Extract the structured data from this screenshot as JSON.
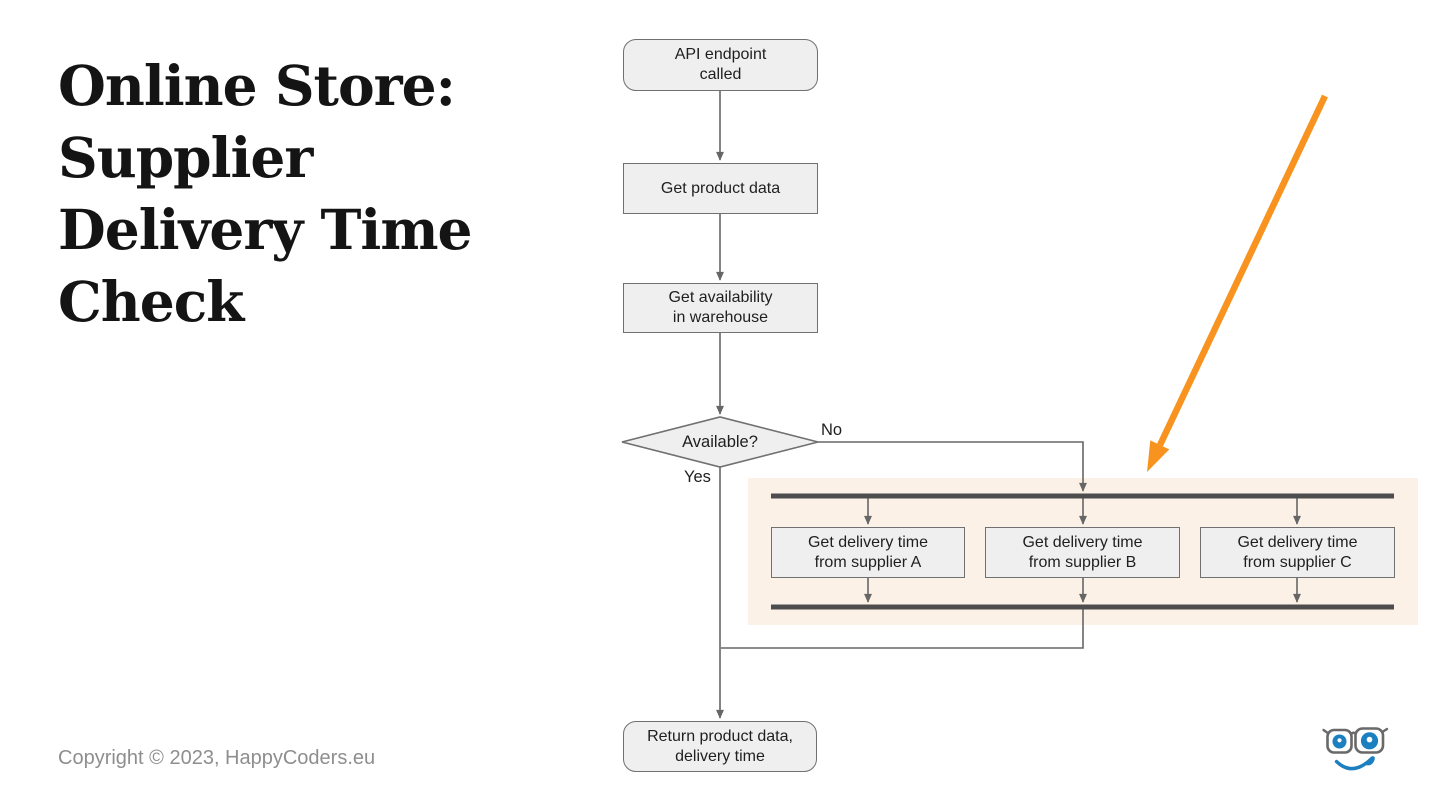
{
  "title": {
    "lines": [
      "Online Store:",
      "Supplier",
      "Delivery Time",
      "Check"
    ]
  },
  "flowchart": {
    "start": {
      "lines": [
        "API endpoint",
        "called"
      ]
    },
    "get_product": {
      "lines": [
        "Get product data"
      ]
    },
    "get_availability": {
      "lines": [
        "Get availability",
        "in warehouse"
      ]
    },
    "decision": {
      "label": "Available?",
      "no_label": "No",
      "yes_label": "Yes"
    },
    "supplier_a": {
      "lines": [
        "Get delivery time",
        "from supplier A"
      ]
    },
    "supplier_b": {
      "lines": [
        "Get delivery time",
        "from supplier B"
      ]
    },
    "supplier_c": {
      "lines": [
        "Get delivery time",
        "from supplier C"
      ]
    },
    "end": {
      "lines": [
        "Return product data,",
        "delivery time"
      ]
    }
  },
  "footer": {
    "copyright": "Copyright © 2023, HappyCoders.eu"
  },
  "branding": {
    "logo": "happycoders-glasses-smile"
  },
  "colors": {
    "annotation_arrow": "#F7931E",
    "parallel_highlight": "#FCF1E7",
    "node_fill": "#EFEFEF",
    "node_border": "#707070",
    "connector": "#666666",
    "sync_bar": "#4D4D4D",
    "title_text": "#141414",
    "copyright_text": "#8E8E8E",
    "logo_blue": "#1B7FC0",
    "logo_frame": "#696969"
  }
}
